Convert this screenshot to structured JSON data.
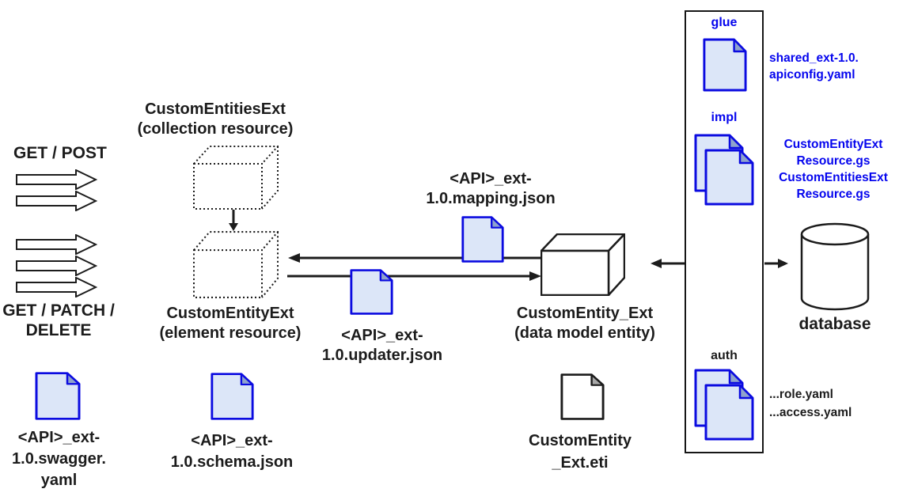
{
  "colors": {
    "blue_text": "#0404ee",
    "doc_border": "#0b0be0",
    "doc_fill": "#dce6f8",
    "doc_fold": "#8fa3cc",
    "plain_doc_border": "#1c1c1c",
    "plain_doc_fold": "#a8a8a8",
    "line": "#1c1c1c"
  },
  "left": {
    "get_post": "GET / POST",
    "get_patch_delete": {
      "line1": "GET / PATCH /",
      "line2": "DELETE"
    },
    "swagger_file": {
      "line1": "<API>_ext-",
      "line2": "1.0.swagger.",
      "line3": "yaml"
    }
  },
  "resources": {
    "collection": {
      "name": "CustomEntitiesExt",
      "kind": "(collection resource)"
    },
    "element": {
      "name": "CustomEntityExt",
      "kind": "(element resource)"
    },
    "schema_file": {
      "line1": "<API>_ext-",
      "line2": "1.0.schema.json"
    }
  },
  "mappings": {
    "mapping_file": {
      "line1": "<API>_ext-",
      "line2": "1.0.mapping.json"
    },
    "updater_file": {
      "line1": "<API>_ext-",
      "line2": "1.0.updater.json"
    }
  },
  "entity": {
    "name": "CustomEntity_Ext",
    "kind": "(data model entity)",
    "eti_file": {
      "line1": "CustomEntity",
      "line2": "_Ext.eti"
    }
  },
  "panel": {
    "glue_label": "glue",
    "impl_label": "impl",
    "auth_label": "auth",
    "glue_files": {
      "line1": "shared_ext-1.0.",
      "line2": "apiconfig.yaml"
    },
    "impl_files": {
      "line1": "CustomEntityExt",
      "line2": "Resource.gs",
      "line3": "CustomEntitiesExt",
      "line4": "Resource.gs"
    },
    "auth_files": {
      "line1": "...role.yaml",
      "line2": "...access.yaml"
    }
  },
  "database_label": "database"
}
